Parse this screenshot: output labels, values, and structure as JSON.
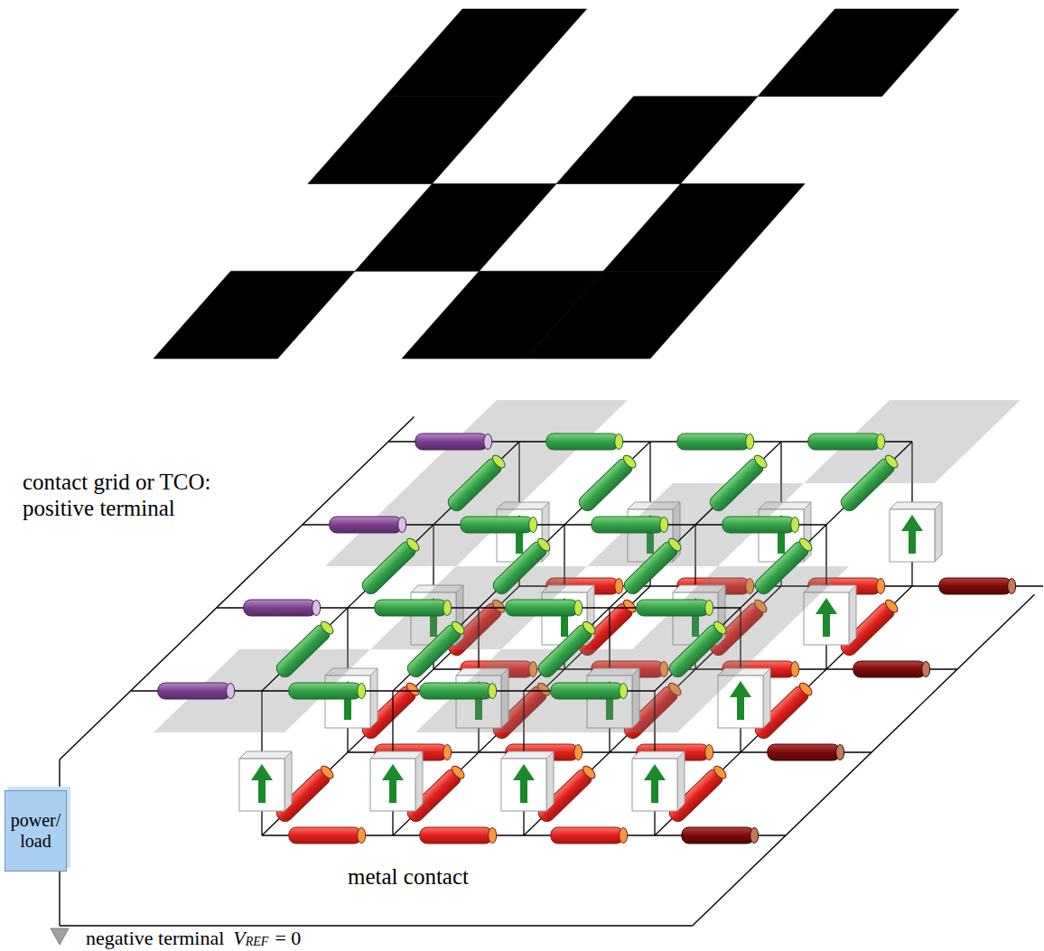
{
  "diagram": {
    "nodes": [
      {
        "text": [
          "power/ load"
        ]
      }
    ],
    "labels": [
      "contact grid or TCO: positive terminal",
      "metal contact",
      "negative terminal",
      "V",
      "REF",
      "= 0"
    ]
  }
}
